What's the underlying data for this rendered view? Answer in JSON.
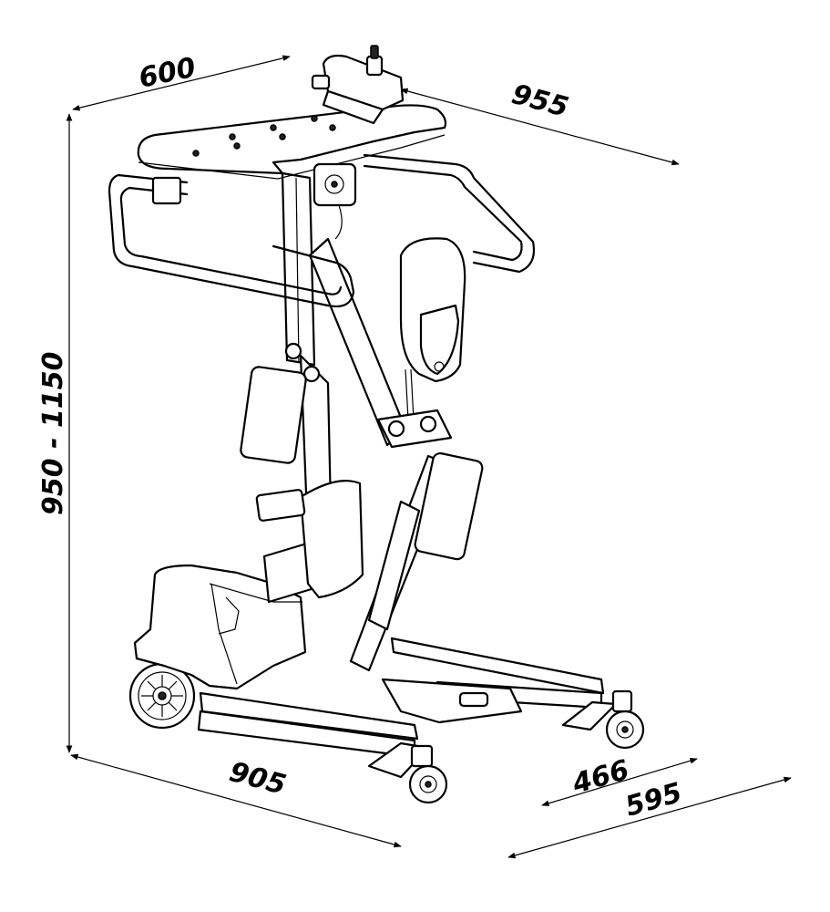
{
  "dimensions": {
    "width_top": "600",
    "depth_top": "955",
    "height": "950 - 1150",
    "length_base": "905",
    "inner_width": "466",
    "outer_width": "595"
  },
  "colors": {
    "line": "#000000",
    "background": "#ffffff"
  }
}
